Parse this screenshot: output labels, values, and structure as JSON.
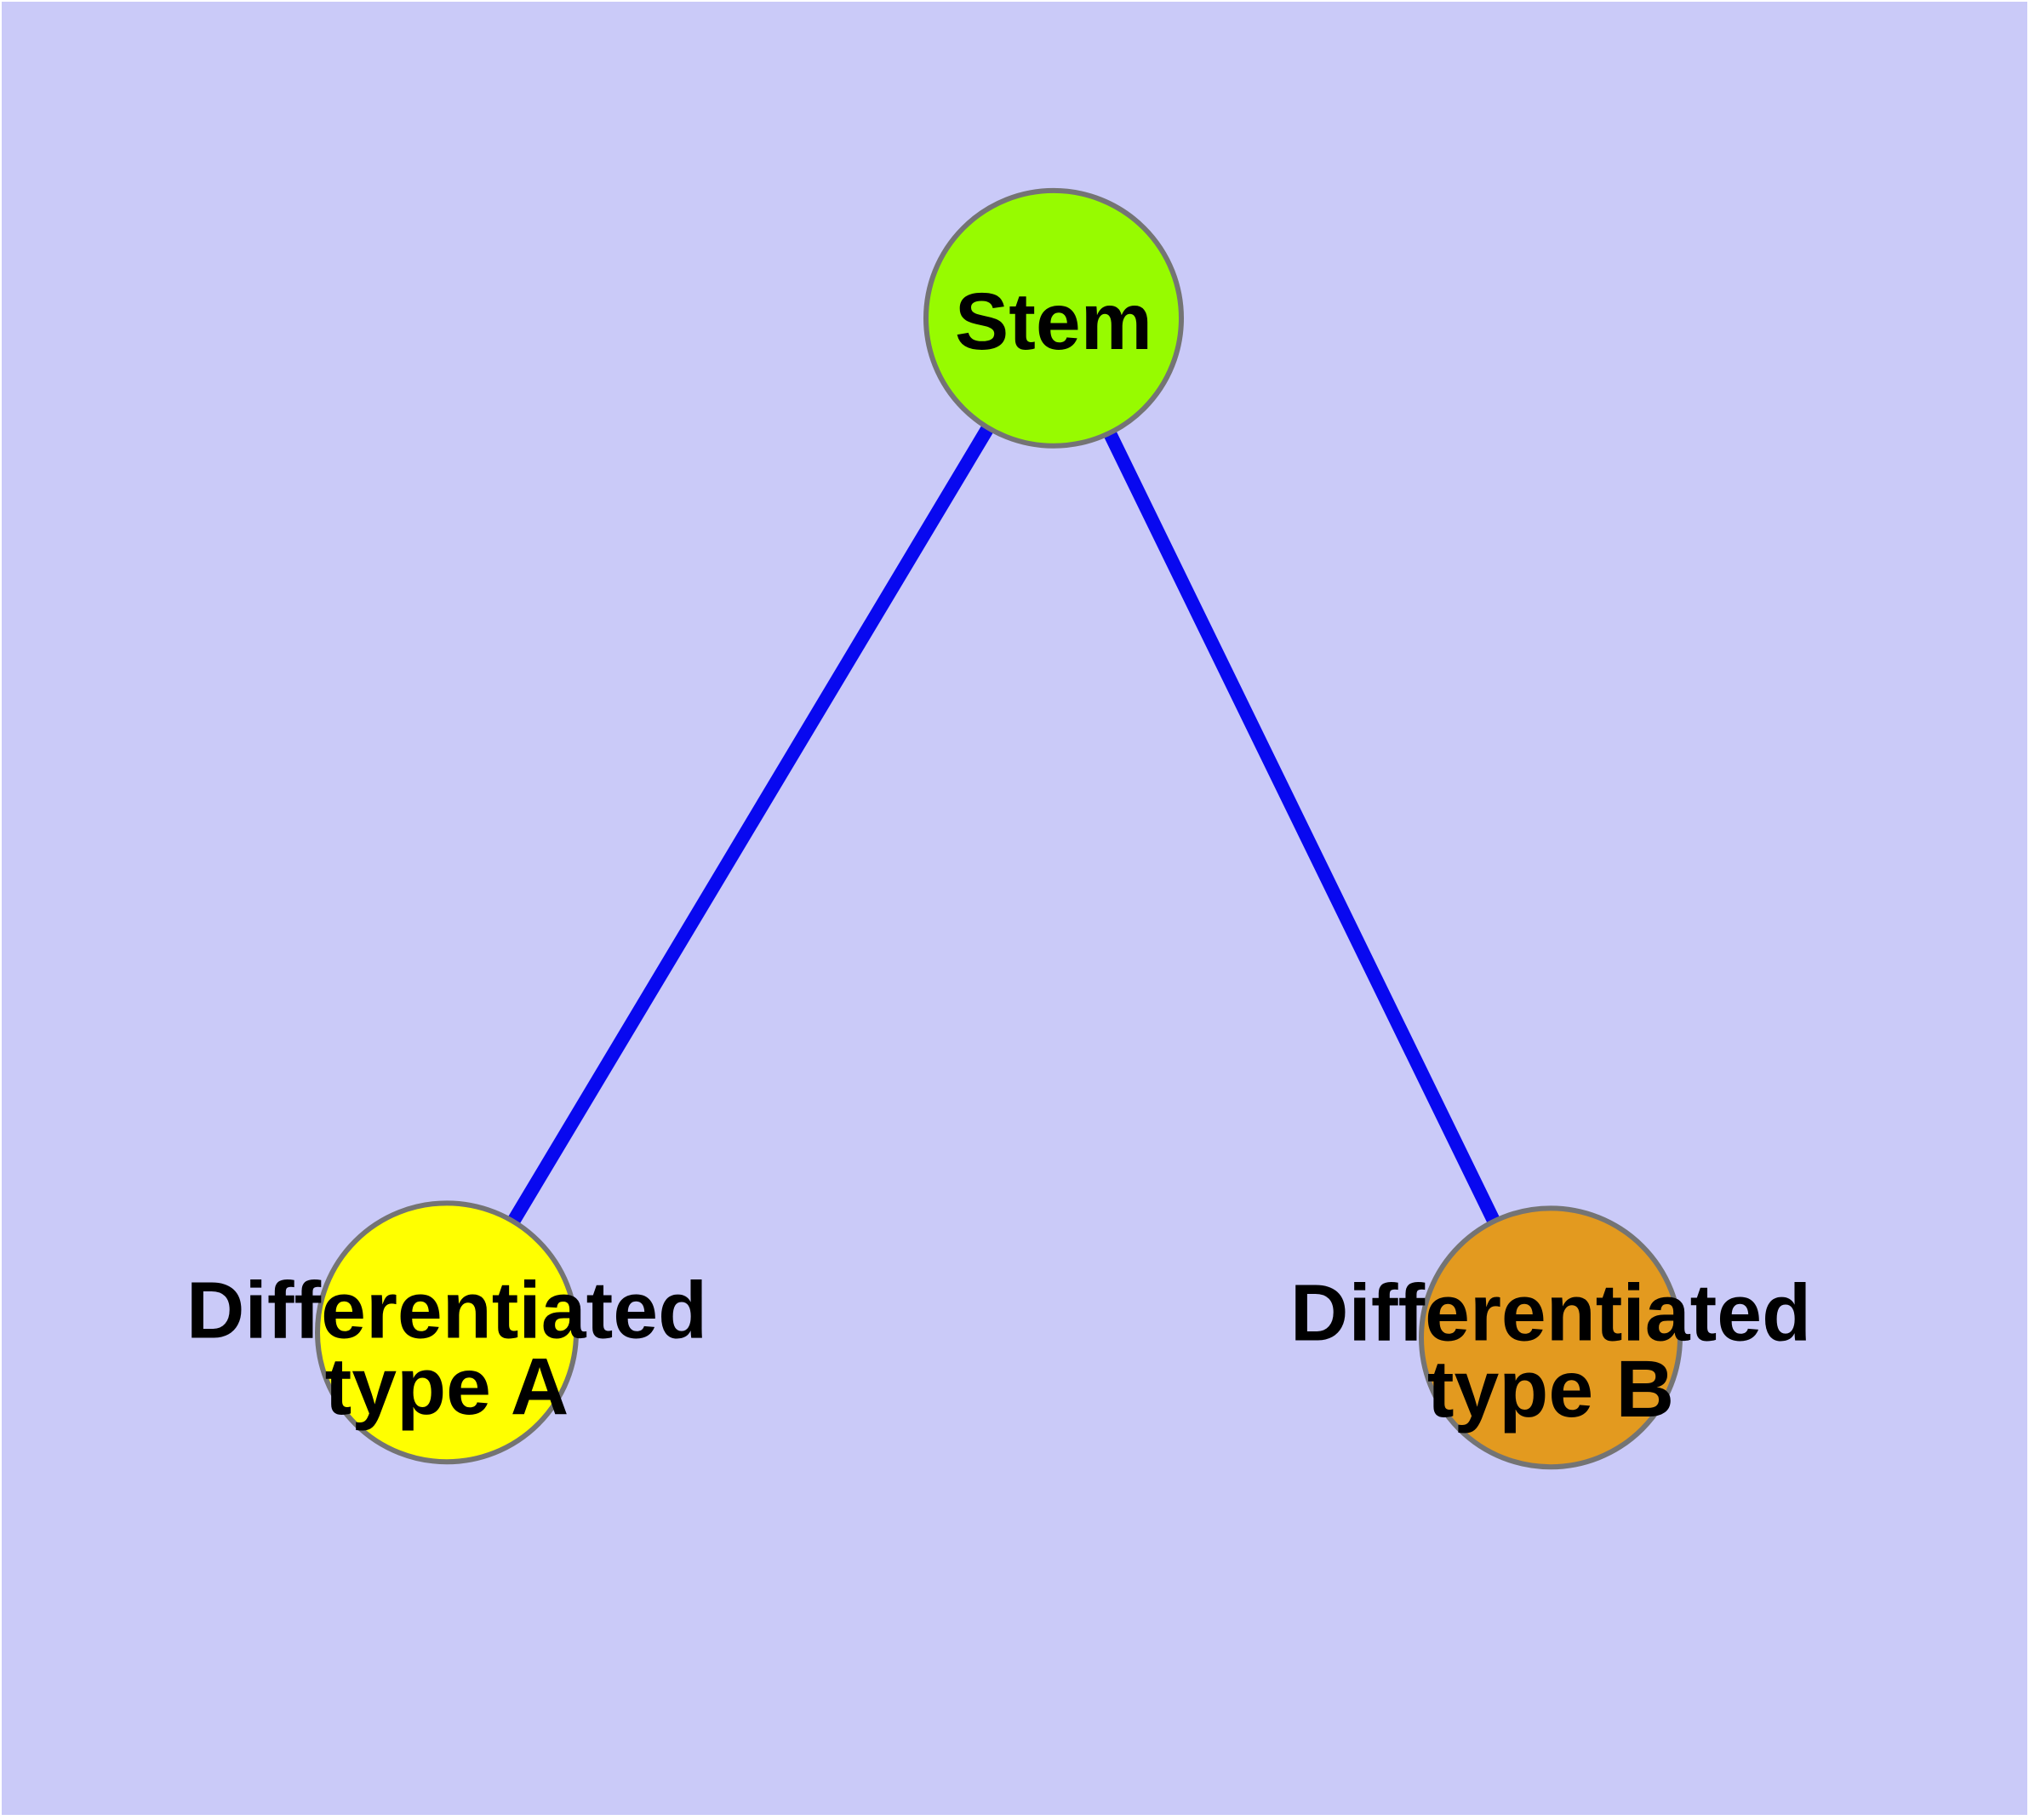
{
  "diagram": {
    "type": "graph",
    "description": "Cell differentiation tree: one stem node with two differentiated child types",
    "background_color": "#cacaf8",
    "page_margin_color": "#ffffff",
    "edge_color": "#0808f0",
    "node_border_color": "#747474",
    "label_color": "#000000",
    "nodes": [
      {
        "id": "stem",
        "label": "Stem",
        "fill": "#97fb00"
      },
      {
        "id": "differentiated-type-a",
        "label": "Differentiated type A",
        "label_lines": [
          "Differentiated",
          "type A"
        ],
        "fill": "#ffff00"
      },
      {
        "id": "differentiated-type-b",
        "label": "Differentiated type B",
        "label_lines": [
          "Differentiated",
          "type B"
        ],
        "fill": "#e39a1f"
      }
    ],
    "edges": [
      {
        "from": "Stem",
        "to": "Differentiated type A"
      },
      {
        "from": "Stem",
        "to": "Differentiated type B"
      }
    ]
  }
}
